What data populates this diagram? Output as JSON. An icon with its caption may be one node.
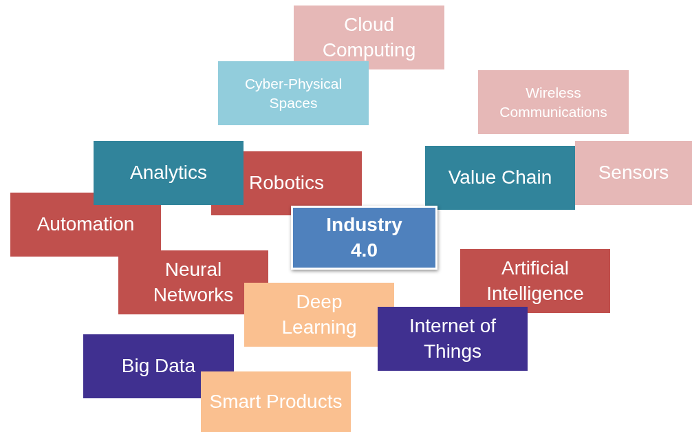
{
  "diagram": {
    "nodes": [
      {
        "text": [
          "Cloud Computing"
        ]
      },
      {
        "text": [
          "Cyber-Physical Spaces"
        ]
      },
      {
        "text": [
          "Wireless Communications"
        ]
      },
      {
        "text": [
          "Robotics"
        ]
      },
      {
        "text": [
          "Analytics"
        ]
      },
      {
        "text": [
          "Sensors"
        ]
      },
      {
        "text": [
          "Value Chain"
        ]
      },
      {
        "text": [
          "Automation"
        ]
      },
      {
        "text": [
          "Industry 4.0"
        ]
      },
      {
        "text": [
          "Neural Networks"
        ]
      },
      {
        "text": [
          "Artificial Intelligence"
        ]
      },
      {
        "text": [
          "Deep Learning"
        ]
      },
      {
        "text": [
          "Internet of Things"
        ]
      },
      {
        "text": [
          "Big Data"
        ]
      },
      {
        "text": [
          "Smart Products"
        ]
      }
    ]
  }
}
